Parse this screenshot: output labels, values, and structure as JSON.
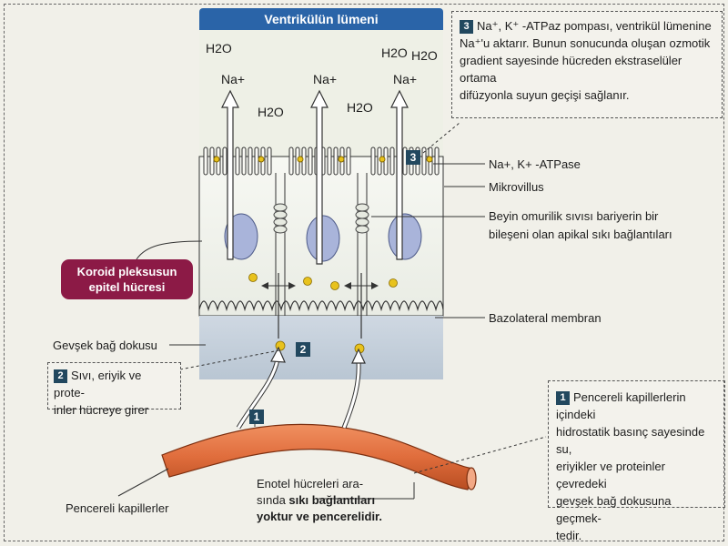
{
  "lumen_title": "Ventrikülün lümeni",
  "lumen_labels": {
    "h2o_1": "H2O",
    "na_1": "Na+",
    "h2o_2": "H2O",
    "na_2": "Na+",
    "h2o_3": "H2O",
    "na_3": "Na+",
    "h2o_4": "H2O",
    "h2o_5": "H2O"
  },
  "step3_box": {
    "number": "3",
    "lines": [
      "Na⁺, K⁺ -ATPaz pompası, ventrikül lümenine",
      "Na⁺'u aktarır. Bunun sonucunda oluşan ozmotik",
      "gradient sayesinde hücreden ekstraselüler ortama",
      "difüzyonla suyun geçişi sağlanır."
    ]
  },
  "step3_marker": "3",
  "step2_marker": "2",
  "step1_marker": "1",
  "right_labels": {
    "atpase": "Na+, K+ -ATPase",
    "microvillus": "Mikrovillus",
    "tight_junction_1": "Beyin omurilik sıvısı bariyerin bir",
    "tight_junction_2": "bileşeni olan apikal sıkı bağlantıları",
    "basolateral": "Bazolateral membran"
  },
  "choroid_label": [
    "Koroid pleksusun",
    "epitel hücresi"
  ],
  "loose_tissue": "Gevşek bağ dokusu",
  "step2_box": {
    "number": "2",
    "lines": [
      "Sıvı, eriyik ve prote-",
      "inler hücreye girer"
    ]
  },
  "step1_box": {
    "number": "1",
    "lines": [
      "Pencereli kapillerlerin içindeki",
      "hidrostatik basınç sayesinde su,",
      "eriyikler ve proteinler çevredeki",
      "gevşek bağ dokusuna geçmek-",
      "tedir."
    ]
  },
  "capillary_label": "Pencereli kapillerler",
  "endothelial": {
    "line1": "Enotel hücreleri ara-",
    "line2_prefix": "sında ",
    "line2_bold": "sıkı bağlantıları",
    "line3_bold": "yoktur ve pencerelidir."
  },
  "colors": {
    "lumen_bar": "#2a64a8",
    "choroid_label": "#8c1a46",
    "capillary": "#e06d3c",
    "nucleus": "#a9b4da",
    "dot": "#e8c21d",
    "marker": "#22485f"
  }
}
